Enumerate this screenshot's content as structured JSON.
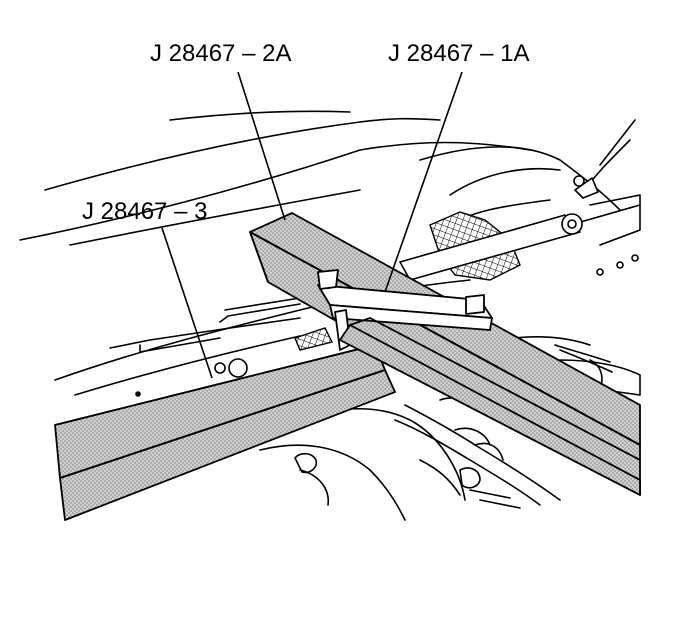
{
  "callouts": {
    "tool_2a": "J 28467 – 2A",
    "tool_1a": "J 28467 – 1A",
    "tool_3": "J 28467 – 3"
  },
  "colors": {
    "line": "#000000",
    "tool_fill": "#c8c8c8",
    "background": "#ffffff"
  }
}
